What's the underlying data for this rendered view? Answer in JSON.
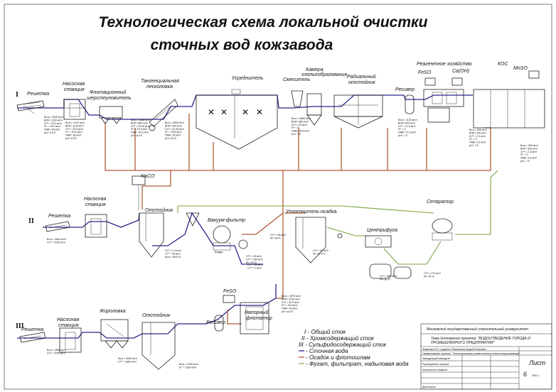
{
  "title_line1": "Технологическая схема локальной очистки",
  "title_line2": "сточных вод кожзавода",
  "lines": {
    "I": "I",
    "II": "II",
    "III": "III"
  },
  "labels": {
    "reshetka": "Решетка",
    "nasosnaya": "Насосная",
    "stantsiya": "станция",
    "flot1": "Флотационный",
    "flot2": "шерстеуловитель",
    "tang1": "Тангенциальная",
    "tang2": "песколовка",
    "usrednitel": "Усреднитель",
    "smesitel": "Смеситель",
    "kamera1": "Камера",
    "kamera2": "хлопьеобразования",
    "radial1": "Радиальный",
    "radial2": "отстойник",
    "reagent": "Реагентное хозяйство",
    "kos": "КОС",
    "resiver": "Ресивер",
    "nasco": "NaCO",
    "otstoinik": "Отстойник",
    "otstoiniki": "Отстойник",
    "vakuum": "Вакуум-фильтр",
    "uplot": "Уплотнитель-осадка",
    "separator": "Сепаратор",
    "centrifuga": "Центрифуга",
    "feso_top": "FeSO",
    "caoh": "Ca(OH)",
    "mnso": "MnSO",
    "feso_bottom": "FeSO",
    "zhirolovka": "Жироловка",
    "napor1": "Напорный",
    "napor2": "флотатор",
    "resiver2": "Ресивер",
    "vozduh": "Воздух"
  },
  "quality": {
    "q1": [
      "Вз.в.= 4340 мг/л",
      "ВПК= 1160 мг/л",
      "Cr³⁺= 33.9 мг/л",
      "S²⁻= 30.0 мг/л",
      "ПАВ= 38 мг/л",
      "pH= 8-9.5"
    ],
    "q2": [
      "Вз.в.= 4123 мг/л",
      "ВПК= 1120 мг/л",
      "Cr³⁺= 33.9 мг/л",
      "S²⁻= 30.0 мг/л",
      "ПАВ= 38 мг/л",
      "pH= 8-9.5"
    ],
    "q3": [
      "Вз.в.= 2886 мг/л",
      "ВПК= 880 мг/л",
      "Cr³⁺= 23.45 мг/л",
      "S²⁻= 20.8 мг/л",
      "ПАВ= 30.5 мг/л",
      "pH= 8-9.5"
    ],
    "q4": [
      "Вз.в.= 2835 мг/л",
      "ВПК= 504 мг/л",
      "Cr³⁺= 20.45 мг/л",
      "S²⁻= 28.8 мг/л",
      "ПАВ= 35 мг/л",
      "pH= 8-9.5"
    ],
    "q5": [
      "Вз.в.= 2865 мг/л",
      "ВПК= 880 мг/л",
      "Cr³⁺= 23 мг/л",
      "S²⁻= 0",
      "ПАВ= 35.5 мг/л",
      "pH= 7.6"
    ],
    "q6": [
      "Вз.в.= 1130 мг/л",
      "ВПК= 600 мг/л",
      "Cr³⁺= 11.5 мг/л",
      "S²⁻= 0",
      "ПАВ= 27.5 мг/л",
      "pH= 7.5"
    ],
    "q7": [
      "Вз.в.= 500 мг/л",
      "ВПК= 420 мг/л",
      "Cr³⁺= 2.3 мг/л",
      "S²⁻= 0",
      "ПАВ= 9.5 мг/л",
      "pH= 7.5"
    ],
    "q8": [
      "Вз.в.= 500 мг/л",
      "ВПК= 425 мг/л",
      "Cr³⁺= 2.3 мг/л",
      "S²⁻= 0",
      "ПАВ= 9.6 мг/л",
      "pH= 7.5"
    ],
    "q9": [
      "Вз.в.= 4600 мг/л",
      "Cr³⁺= 4750 мг/л"
    ],
    "q10": [
      "Cr³⁺= 2.3 мг/л",
      "Cr³⁺= 46 мг/л",
      "Вз.в.= 98.8 %"
    ],
    "q11": [
      "Cr³⁺= 40 мг/л",
      "Cr³⁺= 250 мг/л",
      "W= 75 %"
    ],
    "q12": [
      "Cr³⁺= 60 мг/л",
      "Cr³⁺= 2 мг/л"
    ],
    "q13": [
      "Cr³⁺= 46 мг/л",
      "W= 98 %"
    ],
    "q14": [
      "Cr³⁺= 94 мг/л",
      "W= 97.8 %"
    ],
    "q15": [
      "Cr³⁺= 380 мг/л",
      "W= 60 %"
    ],
    "q16": [
      "Cr³⁺= 170 мг/л",
      "W= 40 %"
    ],
    "q17": [
      "Вз.в.= 4800 мг/л",
      "Cr³⁺= 4750 мг/л"
    ],
    "q18": [
      "Вз.в.= 4000 мг/л",
      "Cr³⁺= 1800 мг/л"
    ],
    "q19": [
      "Вз.в.= 2100 мг/л",
      "S²⁻= 1180 мг/л"
    ],
    "q20": [
      "Вз.в.= 4875 мг/л",
      "ВПК= 2700 мг/л",
      "Cr³⁺= 40.5 мг/л",
      "S²⁻= 220 мг/л",
      "ПАВ= 40 мг/л",
      "pH= 8-9.5"
    ]
  },
  "legend": {
    "l1": "I  - Общий сток",
    "l2": "II  - Хромсодержащий сток",
    "l3": "III  - Сульфидосодержащий сток",
    "l4": "- Сточная вода",
    "l5": "- Осадок и флотошлам",
    "l6": "- Фугат, фильтрат, надыловая вода"
  },
  "titleblock": {
    "univ": "Московский государственный строительный университет",
    "p1": "Тема дипломного проекта: \"ВОДООТВЕДЕНИЕ ГОРОДА И",
    "p2": "ПРОМЫШЛЕННОГО ПРЕДПРИЯТИЯ\"",
    "p3": "Фамилия И.О. студента: Емельянов Андрей Игоревич",
    "p4": "Наименование чертежа: \"Технологическая схема очистки сточных вод кожзавода\"",
    "r1": "Заведующий кафедрой",
    "r2": "Руководитель проекта",
    "r3": "Консультант раздела",
    "r4": "Дипломник",
    "list": "Лист",
    "num": "6",
    "year": "2001 г."
  }
}
